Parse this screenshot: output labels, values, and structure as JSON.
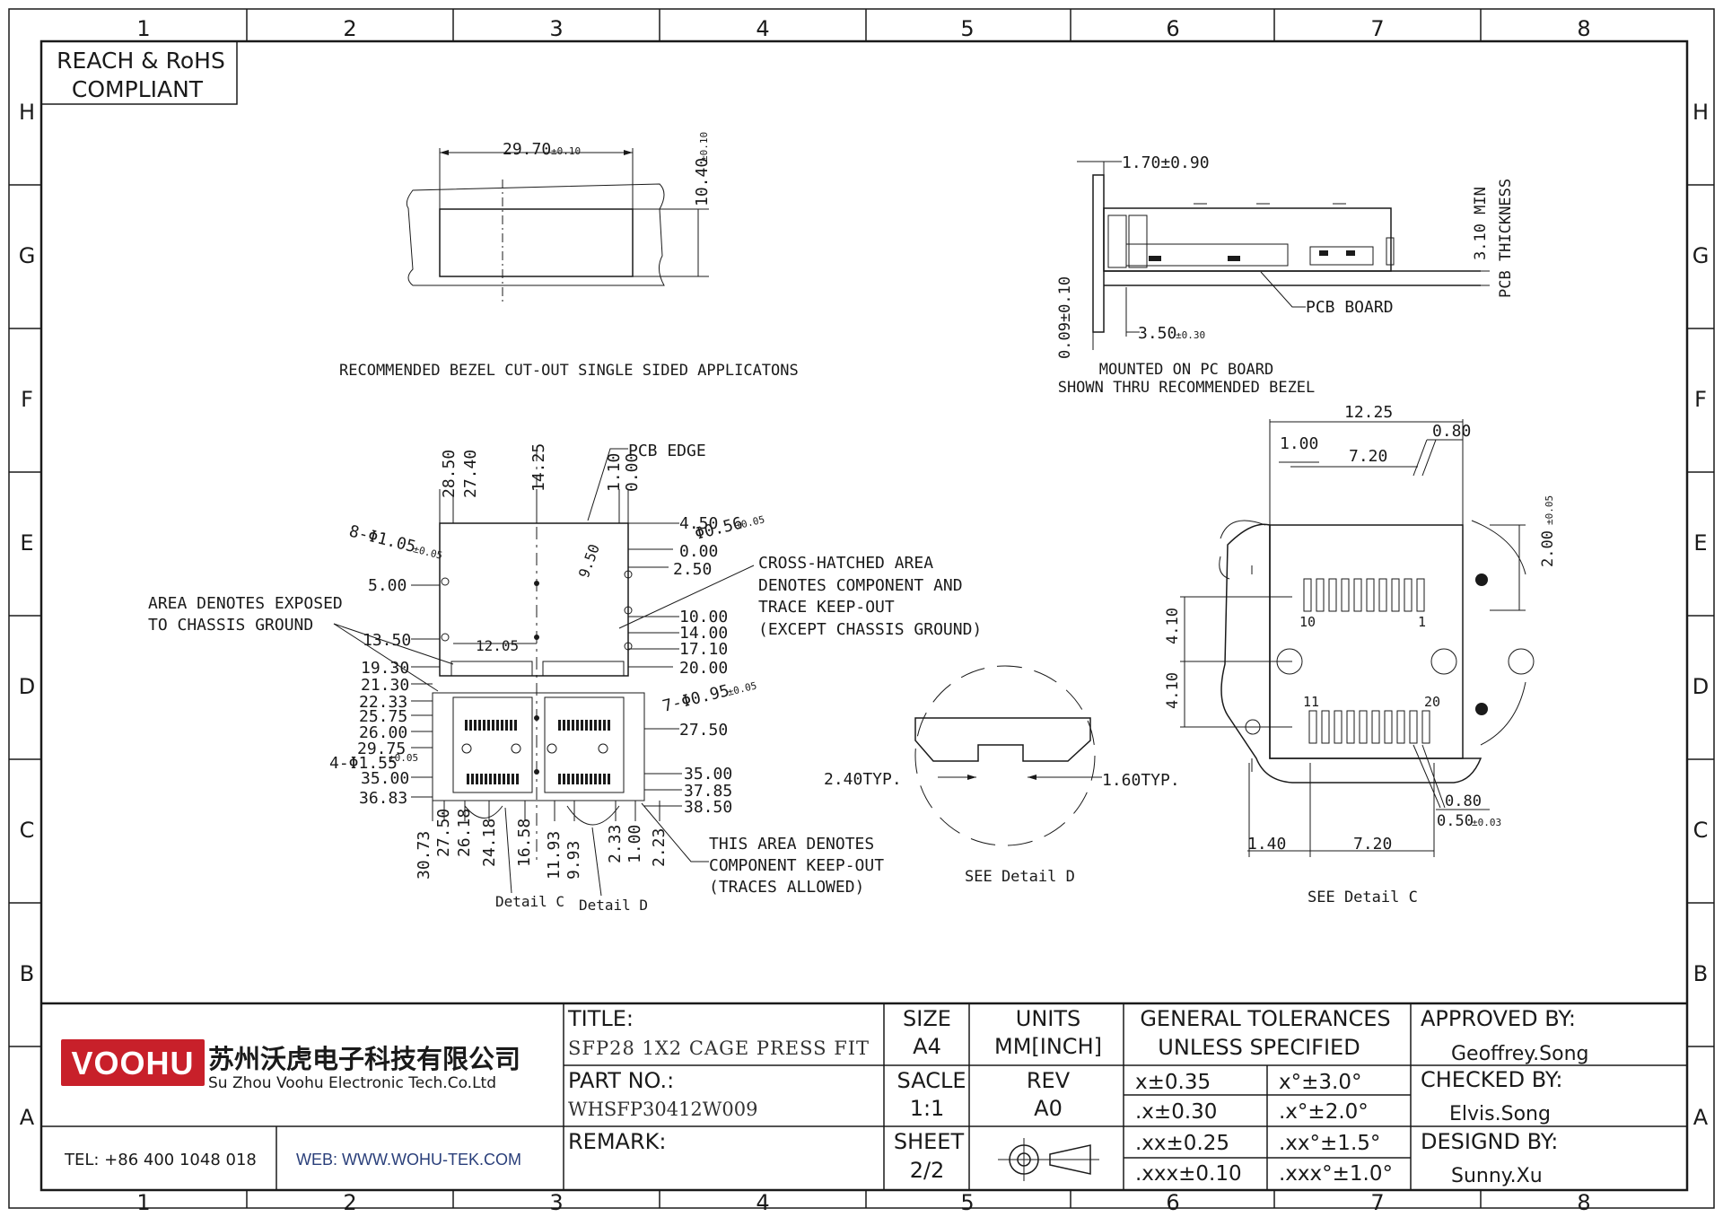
{
  "frame": {
    "columns": [
      "1",
      "2",
      "3",
      "4",
      "5",
      "6",
      "7",
      "8"
    ],
    "rows": [
      "H",
      "G",
      "F",
      "E",
      "D",
      "C",
      "B",
      "A"
    ]
  },
  "compliance": {
    "line1": "REACH & RoHS",
    "line2": "COMPLIANT"
  },
  "views": {
    "bezel": {
      "caption": "RECOMMENDED BEZEL CUT-OUT SINGLE SIDED APPLICATONS",
      "width_dim": "29.70",
      "width_tol": "±0.10",
      "height_dim": "10.40",
      "height_tol": "±0.10"
    },
    "side": {
      "caption_1": "MOUNTED ON PC BOARD",
      "caption_2": "SHOWN THRU RECOMMENDED BEZEL",
      "dim_top": "1.70±0.90",
      "dim_left": "0.09±0.10",
      "dim_bottom": "3.50",
      "dim_bottom_tol": "±0.30",
      "dim_right": "3.10 MIN",
      "pcb_thickness": "PCB THICKNESS",
      "pcb_board": "PCB BOARD"
    },
    "footprint": {
      "pcb_edge": "PCB EDGE",
      "top_dims": [
        "28.50",
        "27.40",
        "14.25",
        "1.10",
        "0.00"
      ],
      "right_dims": [
        "4.50",
        "0.00",
        "2.50",
        "10.00",
        "14.00",
        "17.10",
        "20.00",
        "27.50",
        "35.00",
        "37.85",
        "38.50"
      ],
      "hole_note_1": "Φ0.56",
      "hole_note_1_tol": "±0.05",
      "hole_note_2": "8-Φ1.05",
      "hole_note_2_tol": "±0.05",
      "hole_note_3": "7-Φ0.95",
      "hole_note_3_tol": "±0.05",
      "hole_note_4": "4-Φ1.55",
      "hole_note_4_tol": "±0.05",
      "left_dims": [
        "5.00",
        "13.50",
        "19.30",
        "21.30",
        "22.33",
        "25.75",
        "26.00",
        "29.75",
        "35.00",
        "36.83"
      ],
      "inner_dims": [
        "9.50",
        "12.05"
      ],
      "bottom_dims": [
        "30.73",
        "27.50",
        "26.18",
        "24.18",
        "16.58",
        "11.93",
        "9.93",
        "2.33",
        "1.00",
        "2.23"
      ],
      "note_exposed_1": "AREA DENOTES EXPOSED",
      "note_exposed_2": "TO CHASSIS GROUND",
      "note_cross_1": "CROSS-HATCHED AREA",
      "note_cross_2": "DENOTES COMPONENT AND",
      "note_cross_3": "TRACE KEEP-OUT",
      "note_cross_4": "(EXCEPT CHASSIS GROUND)",
      "note_keep_1": "THIS AREA DENOTES",
      "note_keep_2": "COMPONENT KEEP-OUT",
      "note_keep_3": "(TRACES ALLOWED)",
      "detail_c": "Detail C",
      "detail_d": "Detail D"
    },
    "detail_d": {
      "caption": "SEE Detail D",
      "dim_left": "2.40TYP.",
      "dim_right": "1.60TYP."
    },
    "detail_c": {
      "caption": "SEE Detail C",
      "dim_12_25": "12.25",
      "dim_0_80_top": "0.80",
      "dim_1_00": "1.00",
      "dim_7_20_top": "7.20",
      "dim_2_00": "2.00",
      "dim_2_00_tol": "±0.05",
      "dim_4_10_a": "4.10",
      "dim_4_10_b": "4.10",
      "pin_10": "10",
      "pin_1": "1",
      "pin_11": "11",
      "pin_20": "20",
      "dim_0_80_bot": "0.80",
      "dim_0_50": "0.50",
      "dim_0_50_tol": "±0.03",
      "dim_1_40": "1.40",
      "dim_7_20_bot": "7.20"
    }
  },
  "title_block": {
    "logo": "VOOHU",
    "company_cn": "苏州沃虎电子科技有限公司",
    "company_en": "Su Zhou Voohu Electronic Tech.Co.Ltd",
    "tel": "TEL: +86 400 1048 018",
    "web": "WEB: WWW.WOHU-TEK.COM",
    "title_label": "TITLE:",
    "title_value": "SFP28 1X2 CAGE PRESS FIT",
    "part_label": "PART NO.:",
    "part_value": "WHSFP30412W009",
    "remark_label": "REMARK:",
    "size_label": "SIZE",
    "size_value": "A4",
    "scale_label": "SACLE",
    "scale_value": "1:1",
    "sheet_label": "SHEET",
    "sheet_value": "2/2",
    "units_label": "UNITS",
    "units_value": "MM[INCH]",
    "rev_label": "REV",
    "rev_value": "A0",
    "tol_title_1": "GENERAL TOLERANCES",
    "tol_title_2": "UNLESS SPECIFIED",
    "tolerances": [
      [
        "x±0.35",
        "x°±3.0°"
      ],
      [
        ".x±0.30",
        ".x°±2.0°"
      ],
      [
        ".xx±0.25",
        ".xx°±1.5°"
      ],
      [
        ".xxx±0.10",
        ".xxx°±1.0°"
      ]
    ],
    "approved_label": "APPROVED BY:",
    "approved_value": "Geoffrey.Song",
    "checked_label": "CHECKED BY:",
    "checked_value": "Elvis.Song",
    "designed_label": "DESIGND BY:",
    "designed_value": "Sunny.Xu"
  },
  "colors": {
    "logo_red": "#c8202a",
    "ink": "#1a1a1a",
    "web_blue": "#2a3f7a"
  }
}
